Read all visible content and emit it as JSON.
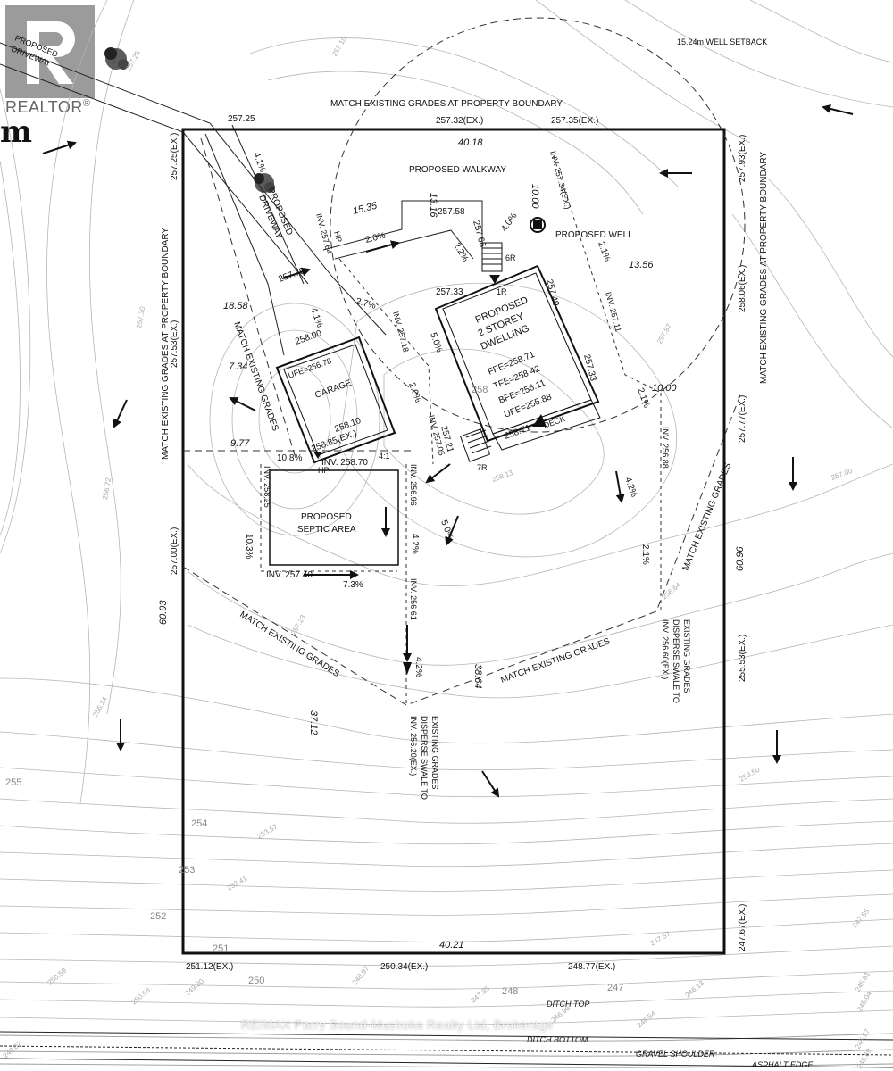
{
  "branding": {
    "logo_word": "REALTOR",
    "logo_registered": "®",
    "cropped_word": "m",
    "watermark": "RE/MAX Parry Sound-Muskoka Realty Ltd, Brokerage"
  },
  "labels": {
    "well_setback": "15.24m WELL SETBACK",
    "match_top": "MATCH EXISTING GRADES AT PROPERTY BOUNDARY",
    "match_right": "MATCH EXISTING GRADES AT PROPERTY BOUNDARY",
    "match_left": "MATCH EXISTING GRADES AT PROPERTY BOUNDARY",
    "match_garage": "MATCH EXISTING GRADES",
    "match_sw": "MATCH EXISTING GRADES",
    "match_s": "MATCH EXISTING GRADES",
    "match_se": "MATCH EXISTING GRADES",
    "proposed_driveway_top_1": "PROPOSED",
    "proposed_driveway_top_2": "DRIVEWAY",
    "proposed_driveway_1": "PROPOSED",
    "proposed_driveway_2": "DRIVEWAY",
    "proposed_walkway": "PROPOSED WALKWAY",
    "proposed_well": "PROPOSED WELL",
    "dwelling_1": "PROPOSED",
    "dwelling_2": "2 STOREY",
    "dwelling_3": "DWELLING",
    "ffe": "FFE=258.71",
    "tfe": "TFE=258.42",
    "bfe": "BFE=256.11",
    "ufe_house": "UFE=255.88",
    "garage": "GARAGE",
    "ufe_garage": "UFE=256.78",
    "septic_1": "PROPOSED",
    "septic_2": "SEPTIC AREA",
    "deck": "DECK",
    "disperse_1a": "INV. 256.20(EX.)",
    "disperse_1b": "DISPERSE SWALE TO",
    "disperse_1c": "EXISTING GRADES",
    "disperse_2a": "INV. 256.60(EX.)",
    "disperse_2b": "DISPERSE SWALE TO",
    "disperse_2c": "EXISTING GRADES",
    "ditch_top": "DITCH TOP",
    "ditch_bottom": "DITCH BOTTOM",
    "gravel_shoulder": "GRAVEL SHOULDER",
    "asphalt_edge": "ASPHALT EDGE",
    "hp_1": "HP",
    "hp_2": "HP",
    "steps_6r": "6R",
    "steps_1r": "1R",
    "steps_7r": "7R",
    "slope_41": "4:1"
  },
  "boundary": {
    "top_len": "40.18",
    "bottom_len": "40.21",
    "left_len": "60.93",
    "right_len": "60.96"
  },
  "elevations": {
    "e_25725_a": "257.25",
    "e_25710": "257.10",
    "e_25725": "257.25",
    "e_25732": "257.32(EX.)",
    "e_25735": "257.35(EX.)",
    "e_25725ex": "257.25(EX.)",
    "e_25793": "257.93(EX.)",
    "e_25806": "258.06(EX.)",
    "e_25777": "257.77(EX.)",
    "e_25553": "255.53(EX.)",
    "e_24767": "247.67(EX.)",
    "e_25753": "257.53(EX.)",
    "e_25700": "257.00(EX.)",
    "e_25112": "251.12(EX.)",
    "e_25034": "250.34(EX.)",
    "e_24877": "248.77(EX.)",
    "e_25758": "257.58",
    "e_25766": "257.66",
    "e_25779": "257.79",
    "e_25733": "257.33",
    "e_25749": "257.49",
    "e_25733b": "257.33",
    "e_25800": "258.00",
    "e_25810": "258.10",
    "e_25885": "258.85(EX.)",
    "e_25871": "258.71",
    "e_25721": "257.21",
    "inv_25764": "INV. 257.64",
    "inv_25734": "INV. 257.34(EX.)",
    "inv_25711": "INV. 257.11",
    "inv_25718": "INV. 257.18",
    "inv_25705": "INV. 257.05",
    "inv_25870": "INV. 258.70",
    "inv_25825": "INV. 258.25",
    "inv_25696": "INV. 256.96",
    "inv_25688": "INV. 256.88",
    "inv_25740": "INV. 257.40",
    "inv_25661": "INV. 256.61"
  },
  "dims": {
    "d_1535": "15.35",
    "d_1316": "13.16",
    "d_1000a": "10.00",
    "d_1356": "13.56",
    "d_1858": "18.58",
    "d_734": "7.34",
    "d_977": "9.77",
    "d_1000b": "10.00",
    "d_3712": "37.12",
    "d_3864": "38.64"
  },
  "slopes": {
    "s_41a": "4.1%",
    "s_20a": "2.0%",
    "s_22": "2.2%",
    "s_40": "4.0%",
    "s_21a": "2.1%",
    "s_41b": "4.1%",
    "s_27": "2.7%",
    "s_50a": "5.0%",
    "s_20b": "2.0%",
    "s_21b": "2.1%",
    "s_108": "10.8%",
    "s_103": "10.3%",
    "s_73": "7.3%",
    "s_42a": "4.2%",
    "s_50b": "5.0%",
    "s_42b": "4.2%",
    "s_21c": "2.1%",
    "s_42c": "4.2%"
  },
  "contours": {
    "c255": "255",
    "c254": "254",
    "c253": "253",
    "c252": "252",
    "c251": "251",
    "c250": "250",
    "c248": "248",
    "c247": "247",
    "c25672": "256.72",
    "c25624": "256.24",
    "c25730": "257.30",
    "c25787": "257.87",
    "c25700": "257.00",
    "c25813": "258.13",
    "c25723": "257.23",
    "c25664": "256.64",
    "c25350": "253.50",
    "c25357": "253.57",
    "c25241": "252.41",
    "c24757": "247.57",
    "c24755": "247.55",
    "c24897": "248.97",
    "c24980": "249.80",
    "c25058": "250.58",
    "c25059": "250.59",
    "c24735": "247.35",
    "c24696": "246.96",
    "c24654": "246.54",
    "c24613": "246.13",
    "c24581": "245.81",
    "c24504": "245.04",
    "c24567": "245.67",
    "c24569": "245.69",
    "c24802": "248.02",
    "c258": "258"
  },
  "colors": {
    "ink": "#111111",
    "contour": "#b5b5b5",
    "logo_gray": "#8a8a8a",
    "contour_label": "#888888"
  },
  "icons": [
    "realtor-logo-icon",
    "tree-icon",
    "well-icon",
    "flow-arrow-icon",
    "step-triangle-icon"
  ]
}
